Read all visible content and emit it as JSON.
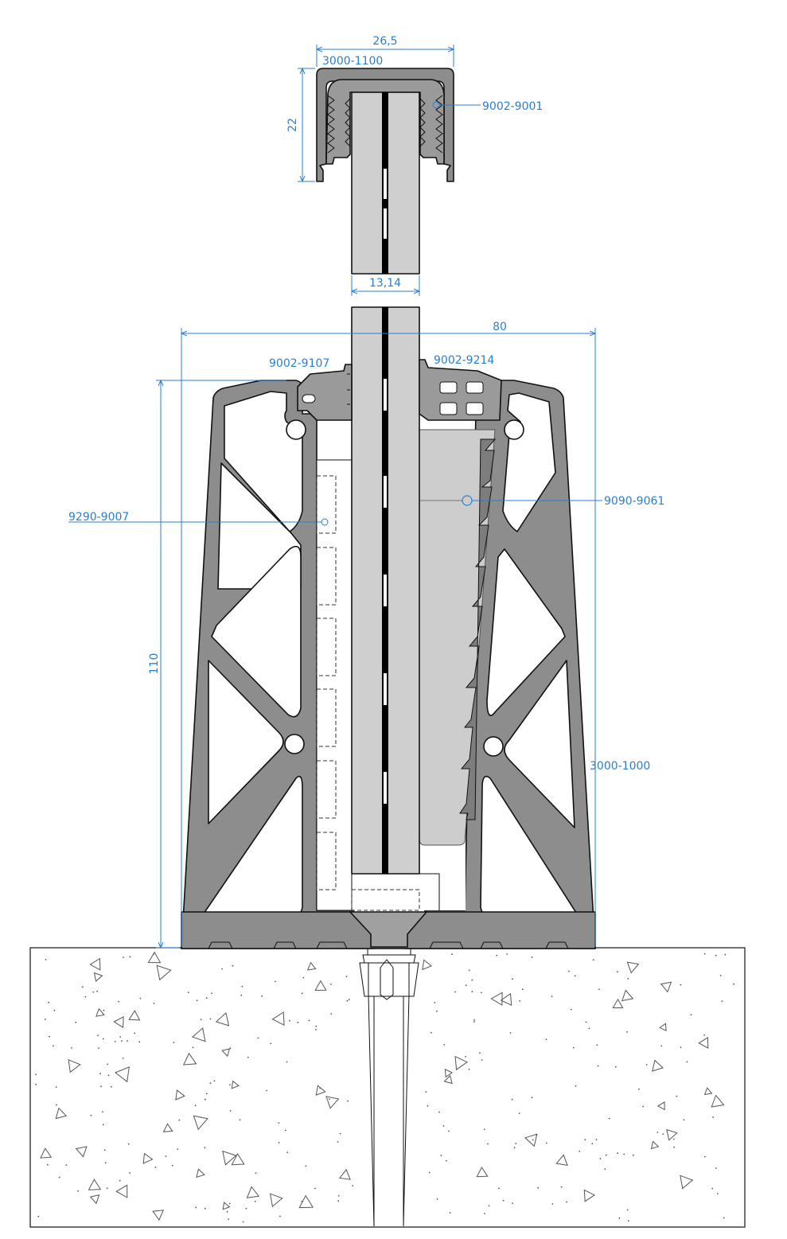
{
  "dimensions": {
    "cap_width": "26,5",
    "cap_height": "22",
    "glass_thickness": "13,14",
    "base_width": "80",
    "base_height": "110"
  },
  "parts": {
    "cap": "3000-1100",
    "cap_gasket": "9002-9001",
    "base_profile": "3000-1000",
    "left_gasket": "9002-9107",
    "right_gasket": "9002-9214",
    "left_packer": "9290-9007",
    "right_wedge": "9090-9061"
  },
  "colors": {
    "annotation": "#2a7fd4",
    "aluminium": "#8d8d8d",
    "glass": "#cfcfcf"
  }
}
